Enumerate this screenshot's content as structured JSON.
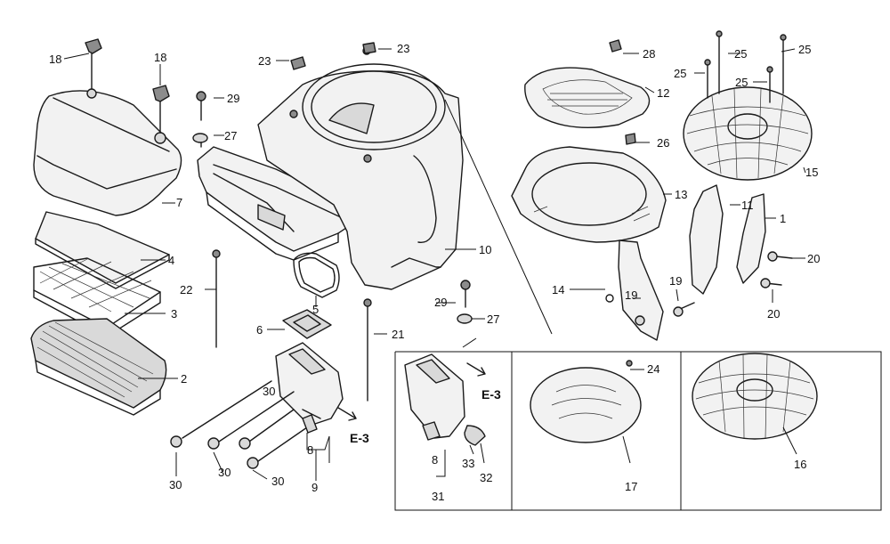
{
  "diagram": {
    "part_numbers": [
      "1",
      "2",
      "3",
      "4",
      "5",
      "6",
      "7",
      "8",
      "9",
      "10",
      "11",
      "12",
      "13",
      "14",
      "15",
      "16",
      "17",
      "18",
      "19",
      "20",
      "21",
      "22",
      "23",
      "24",
      "25",
      "26",
      "27",
      "28",
      "29",
      "30",
      "31",
      "32",
      "33"
    ],
    "ref_label": "E-3"
  }
}
